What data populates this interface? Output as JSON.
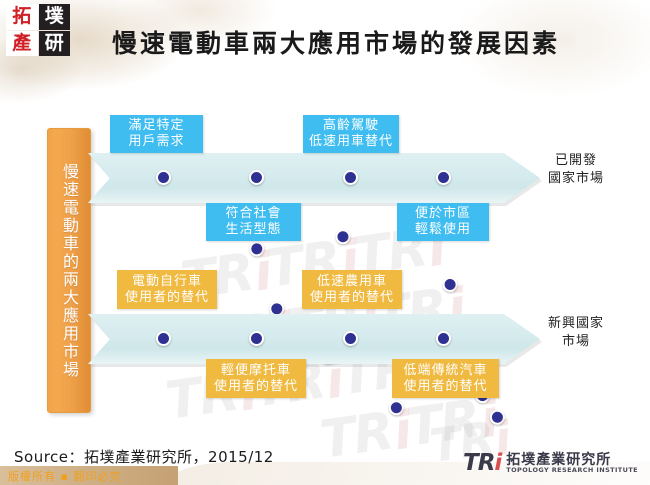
{
  "brand": {
    "seal_chars": [
      "拓",
      "墣",
      "產",
      "研"
    ],
    "logo_mark": "TRi",
    "logo_cn": "拓墣產業研究所",
    "logo_en": "TOPOLOGY RESEARCH INSTITUTE",
    "watermark_text": "TRi",
    "accent_blue": "#3fbdf0",
    "accent_orange": "#f0b93f",
    "arrow_fill": "#d5ebee",
    "dot_color": "#2e3192",
    "vbar_color": "#efa049"
  },
  "header": {
    "title": "慢速電動車兩大應用市場的發展因素"
  },
  "diagram": {
    "vertical_bar_label": "慢速電動車的兩大應用市場",
    "rows": [
      {
        "id": "developed",
        "side_label_lines": [
          "已開發",
          "國家市場"
        ],
        "dot_count": 4,
        "top_boxes": [
          {
            "lines": [
              "滿足特定",
              "用戶需求"
            ],
            "color": "blue"
          },
          {
            "lines": [
              "高齡駕駛",
              "低速用車替代"
            ],
            "color": "blue"
          }
        ],
        "bottom_boxes": [
          {
            "lines": [
              "符合社會",
              "生活型態"
            ],
            "color": "blue"
          },
          {
            "lines": [
              "便於市區",
              "輕鬆使用"
            ],
            "color": "blue"
          }
        ]
      },
      {
        "id": "emerging",
        "side_label_lines": [
          "新興國家",
          "市場"
        ],
        "dot_count": 4,
        "top_boxes": [
          {
            "lines": [
              "電動自行車",
              "使用者的替代"
            ],
            "color": "orange"
          },
          {
            "lines": [
              "低速農用車",
              "使用者的替代"
            ],
            "color": "orange"
          }
        ],
        "bottom_boxes": [
          {
            "lines": [
              "輕便摩托車",
              "使用者的替代"
            ],
            "color": "orange"
          },
          {
            "lines": [
              "低端傳統汽車",
              "使用者的替代"
            ],
            "color": "orange"
          }
        ]
      }
    ]
  },
  "footer": {
    "source": "Source：拓墣產業研究所，2015/12",
    "copyright": "版權所有 ▪ 翻印必究"
  }
}
